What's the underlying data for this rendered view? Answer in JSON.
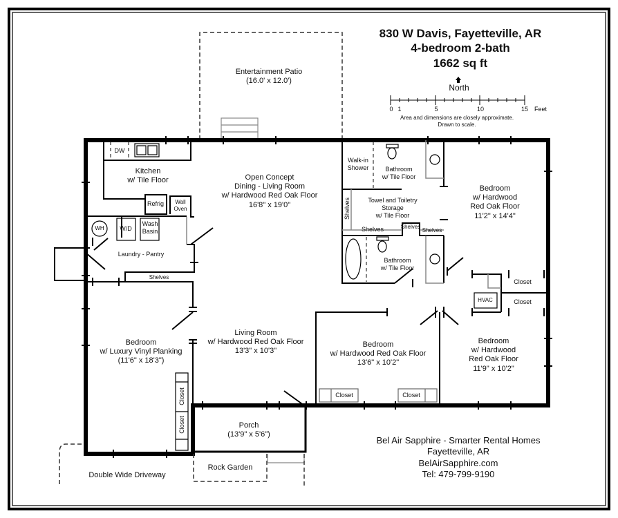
{
  "header": {
    "address": "830 W Davis, Fayetteville, AR",
    "beds_baths": "4-bedroom 2-bath",
    "area": "1662 sq ft"
  },
  "compass": {
    "icon": "north-arrow-icon",
    "label": "North"
  },
  "scale_bar": {
    "ticks": [
      "0",
      "1",
      "5",
      "10",
      "15"
    ],
    "unit": "Feet",
    "note_line1": "Area and dimensions are closely approximate.",
    "note_line2": "Drawn to scale."
  },
  "rooms": {
    "patio": {
      "name": "Entertainment Patio",
      "dims": "(16.0' x 12.0')"
    },
    "kitchen": {
      "name": "Kitchen",
      "floor": "w/ Tile Floor"
    },
    "dining_living": {
      "name1": "Open Concept",
      "name2": "Dining - Living Room",
      "floor": "w/ Hardwood Red Oak Floor",
      "dims": "16'8\" x 19'0\""
    },
    "laundry": {
      "name": "Laundry - Pantry"
    },
    "living": {
      "name": "Living Room",
      "floor": "w/ Hardwood Red Oak Floor",
      "dims": "13'3\" x 10'3\""
    },
    "bedroom_sw": {
      "name": "Bedroom",
      "floor": "w/ Luxury Vinyl Planking",
      "dims": "(11'6\" x 18'3\")"
    },
    "bedroom_s": {
      "name": "Bedroom",
      "floor": "w/ Hardwood Red Oak Floor",
      "dims": "13'6\" x 10'2\""
    },
    "bedroom_se": {
      "name": "Bedroom",
      "floor1": "w/ Hardwood",
      "floor2": "Red Oak Floor",
      "dims": "11'9\" x 10'2\""
    },
    "bedroom_ne": {
      "name": "Bedroom",
      "floor1": "w/ Hardwood",
      "floor2": "Red Oak Floor",
      "dims": "11'2\" x 14'4\""
    },
    "walkin_shower": {
      "line1": "Walk-in",
      "line2": "Shower"
    },
    "bathroom_1": {
      "name": "Bathroom",
      "floor": "w/ Tile Floor"
    },
    "bathroom_2": {
      "name": "Bathroom",
      "floor": "w/ Tile Floor"
    },
    "storage": {
      "line1": "Towel and Toiletry",
      "line2": "Storage",
      "floor": "w/ Tile Floor"
    },
    "porch": {
      "name": "Porch",
      "dims": "(13'9\" x 5'6\")"
    },
    "rock_garden": {
      "name": "Rock Garden"
    },
    "driveway": {
      "name": "Double Wide Driveway"
    }
  },
  "fixtures": {
    "dw": "DW",
    "refrig": "Refrig",
    "wall_oven1": "Wall",
    "wall_oven2": "Oven",
    "wh": "WH",
    "wd": "W/D",
    "wash_basin1": "Wash",
    "wash_basin2": "Basin",
    "shelves": "Shelves",
    "closet": "Closet",
    "hvac": "HVAC"
  },
  "contact": {
    "company": "Bel Air Sapphire - Smarter Rental Homes",
    "city": "Fayetteville, AR",
    "website": "BelAirSapphire.com",
    "phone": "Tel: 479-799-9190"
  }
}
